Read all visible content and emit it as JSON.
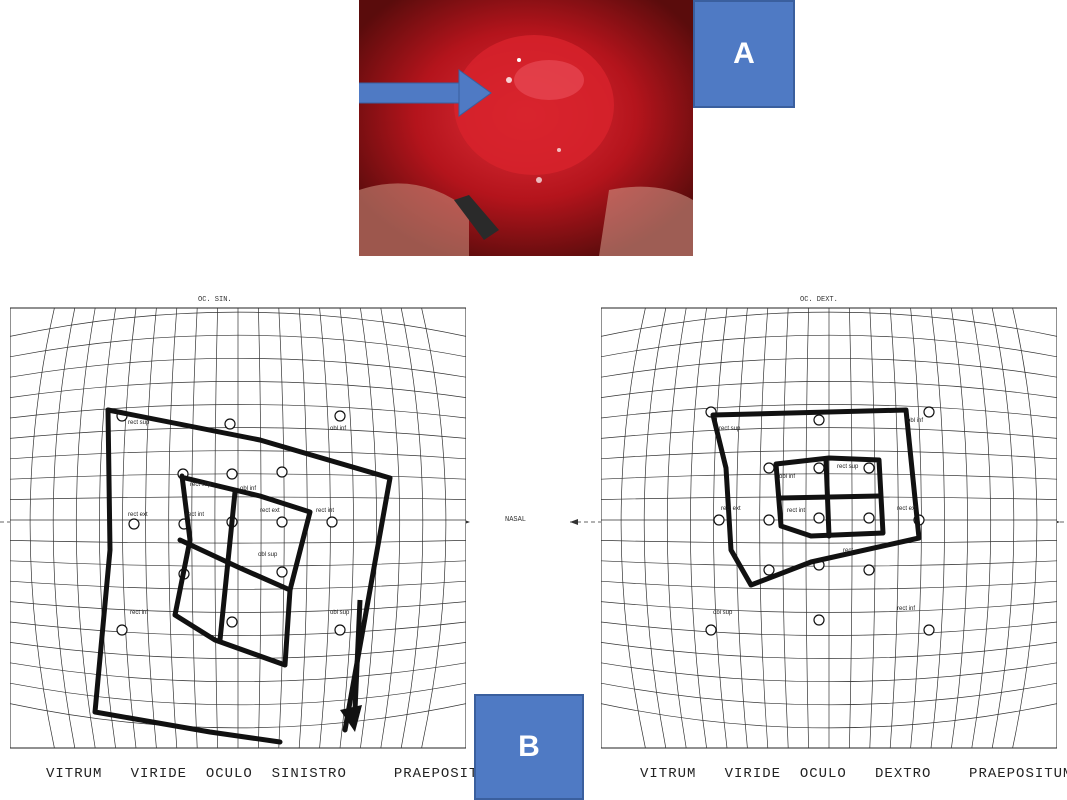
{
  "panel_a": {
    "label": "A"
  },
  "panel_b": {
    "label": "B"
  },
  "left_chart": {
    "heading": "OC. SIN.",
    "caption": "VITRUM   VIRIDE  OCULO  SINISTRO     PRAEPOSITUM.",
    "muscles": [
      "rect sup",
      "obl inf",
      "rect sup",
      "obl inf",
      "rect ext",
      "rect int",
      "rect ext",
      "rect int",
      "obl sup",
      "rect inf",
      "obl sup"
    ]
  },
  "right_chart": {
    "heading": "OC. DEXT.",
    "caption": "VITRUM   VIRIDE  OCULO   DEXTRO    PRAEPOSITUM.",
    "muscles": [
      "obl inf",
      "rect sup",
      "rect sup",
      "rect ext",
      "obl inf",
      "rect int",
      "rect ext",
      "rect",
      "obl sup",
      "rect inf"
    ]
  },
  "axis_label": "NASAL",
  "colors": {
    "label_fill": "#4f7ac4",
    "arrow": "#4f7ac4",
    "tissue": "#c0161c"
  }
}
